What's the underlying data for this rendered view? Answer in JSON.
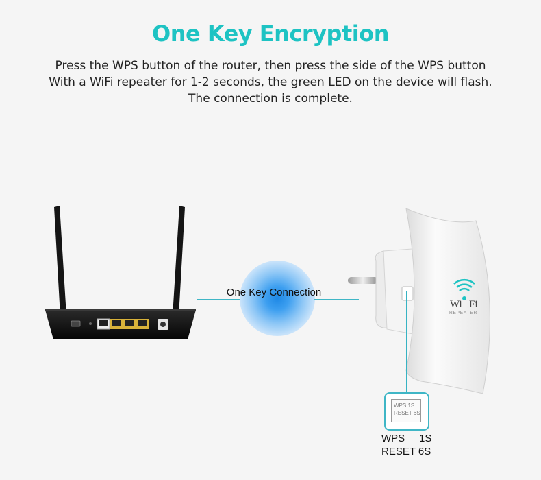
{
  "title": "One Key Encryption",
  "description": {
    "line1": "Press the WPS button of the router, then press the side of the WPS button",
    "line2": "With a WiFi repeater for 1-2 seconds, the green LED on the device will flash.",
    "line3": "The connection is complete."
  },
  "connection_label": "One Key Connection",
  "repeater_logo": {
    "text_left": "Wi",
    "text_right": "Fi",
    "subtitle": "REPEATER"
  },
  "button_label": {
    "zoom_line1": "WPS    1S",
    "zoom_line2": "RESET 6S",
    "line1": "WPS     1S",
    "line2": "RESET 6S"
  },
  "colors": {
    "accent": "#1ec3c3",
    "line": "#3fb6c6",
    "pulse": "#1e88e5",
    "router": "#111111",
    "port_yellow": "#d8b23a"
  }
}
